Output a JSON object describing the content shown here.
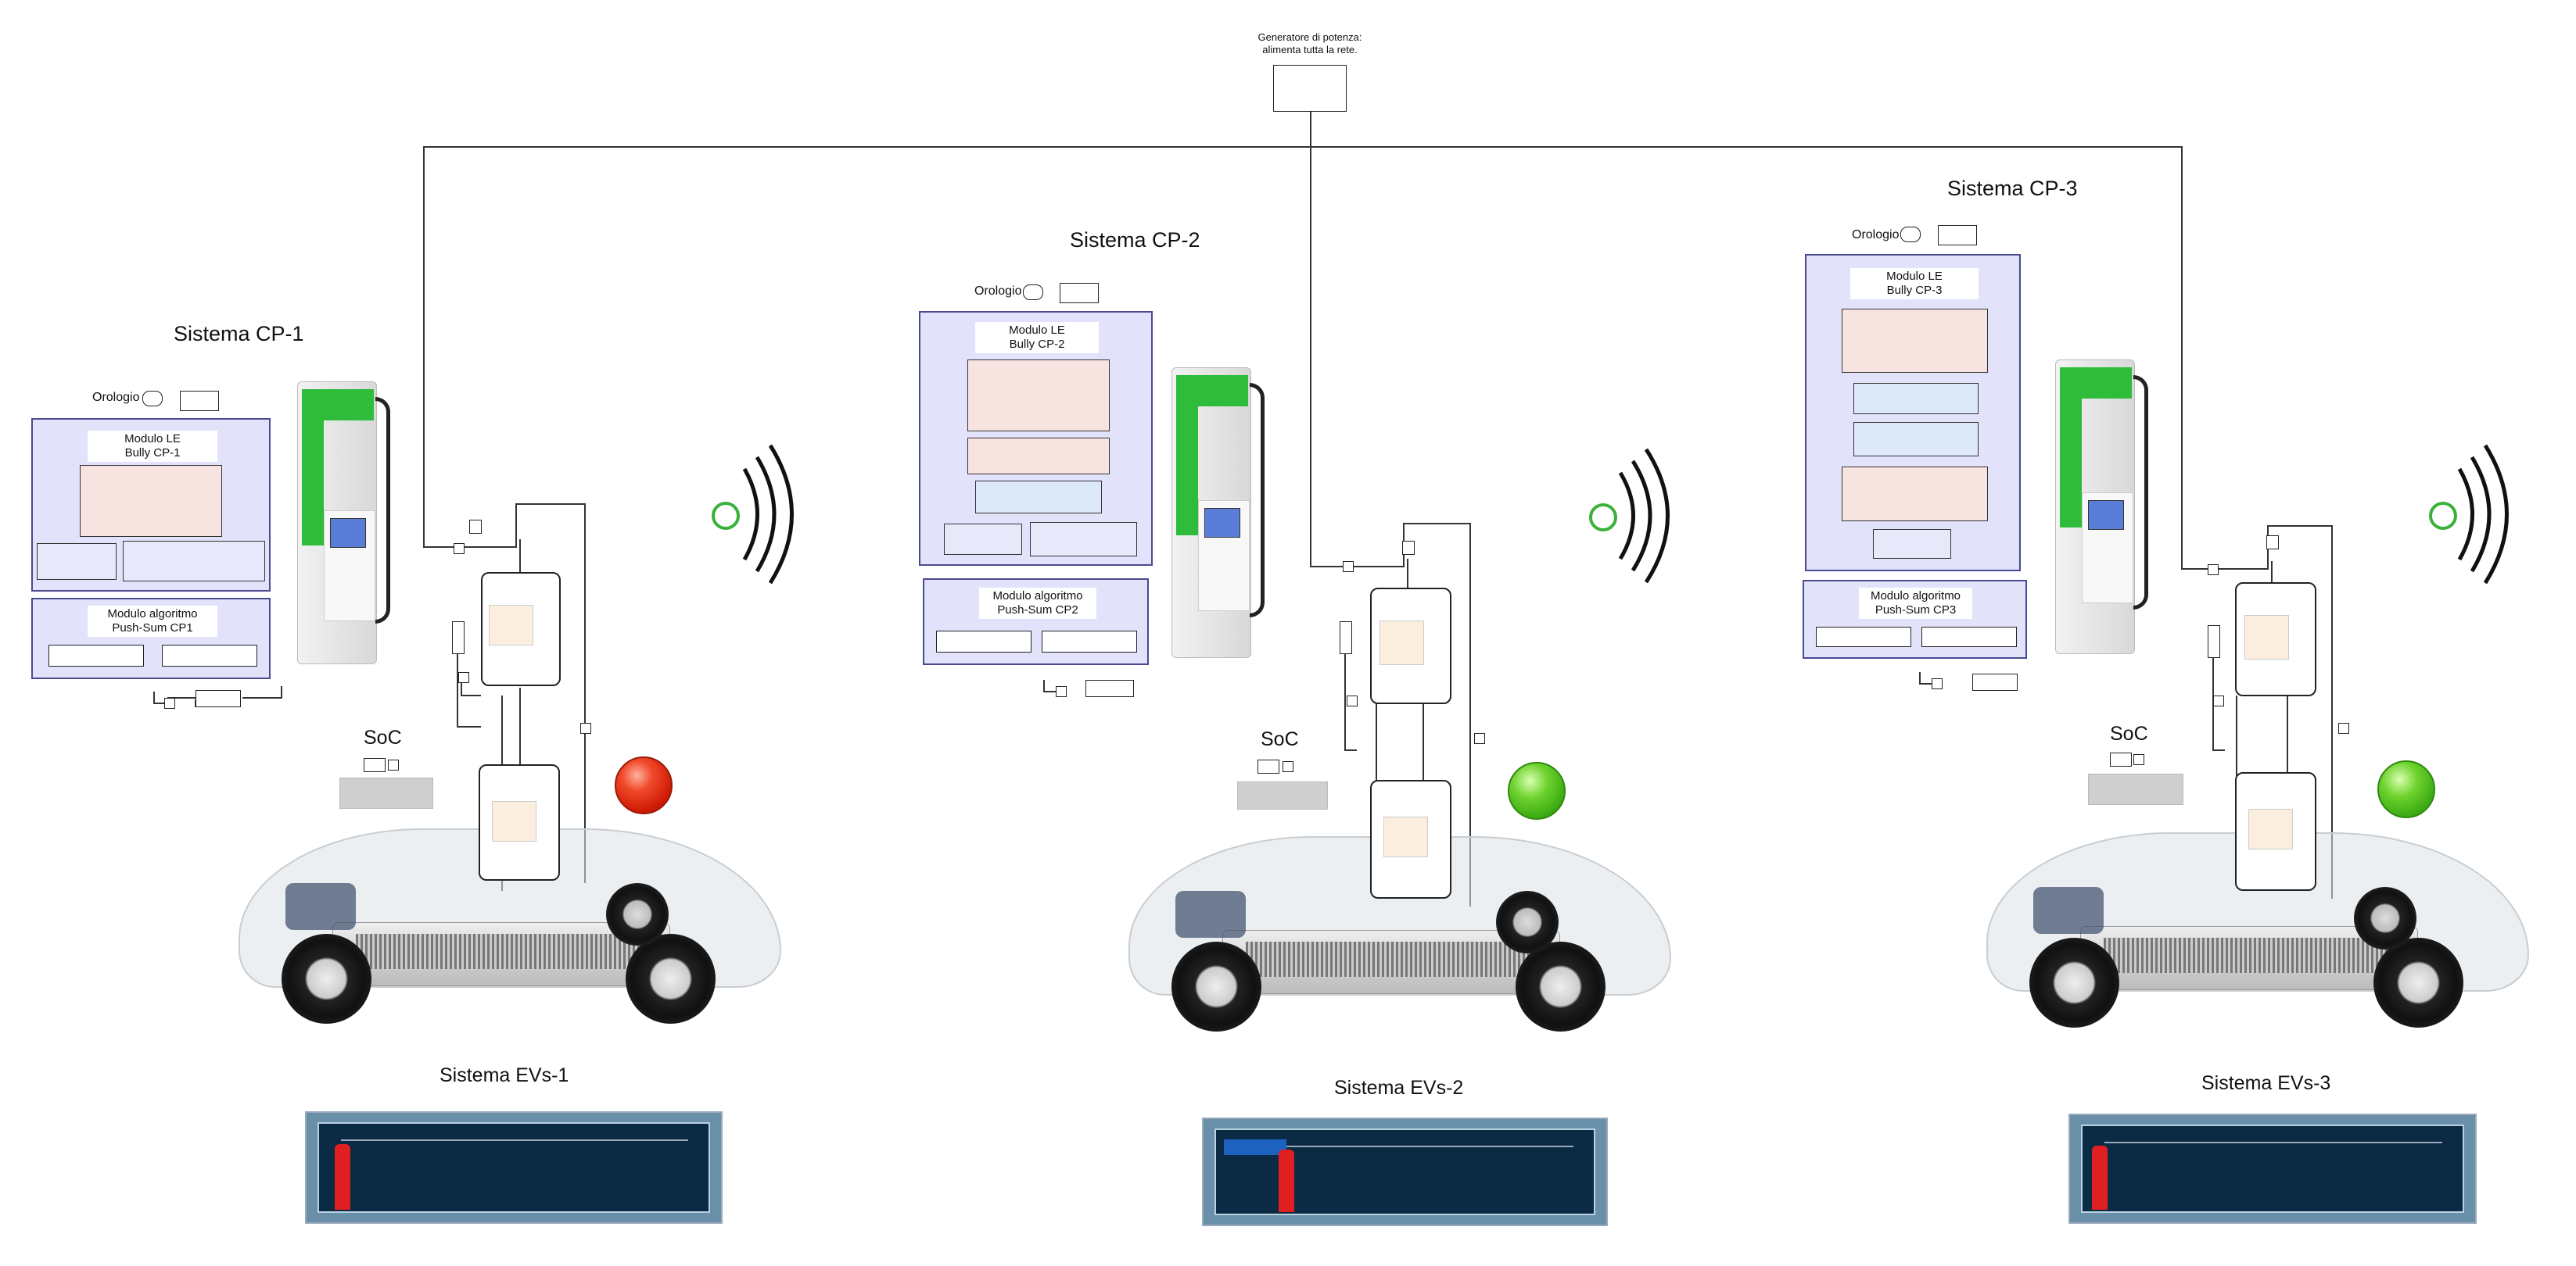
{
  "generator": {
    "caption_line1": "Generatore di potenza:",
    "caption_line2": "alimenta tutta la rete."
  },
  "systems": [
    {
      "cp_title": "Sistema CP-1",
      "clock_label": "Orologio",
      "le_module_line1": "Modulo LE",
      "le_module_line2": "Bully CP-1",
      "pushsum_line1": "Modulo algoritmo",
      "pushsum_line2": "Push-Sum CP1",
      "soc_label": "SoC",
      "ev_title": "Sistema EVs-1",
      "status_lamp": "red",
      "soc_level": 0.02
    },
    {
      "cp_title": "Sistema CP-2",
      "clock_label": "Orologio",
      "le_module_line1": "Modulo LE",
      "le_module_line2": "Bully CP-2",
      "pushsum_line1": "Modulo algoritmo",
      "pushsum_line2": "Push-Sum CP2",
      "soc_label": "SoC",
      "ev_title": "Sistema EVs-2",
      "status_lamp": "green",
      "soc_level": 0.3
    },
    {
      "cp_title": "Sistema CP-3",
      "clock_label": "Orologio",
      "le_module_line1": "Modulo LE",
      "le_module_line2": "Bully CP-3",
      "pushsum_line1": "Modulo algoritmo",
      "pushsum_line2": "Push-Sum CP3",
      "soc_label": "SoC",
      "ev_title": "Sistema EVs-3",
      "status_lamp": "green",
      "soc_level": 0.02
    }
  ],
  "colors": {
    "subsystem_fill": "#e2e3fb",
    "inner_fill": "#f7e3e0",
    "lamp_red": "#e02a10",
    "lamp_green": "#4cbc1c",
    "gauge_bg": "#0b2a43",
    "gauge_bar": "#e02020",
    "gauge_fill": "#1e62c0"
  }
}
